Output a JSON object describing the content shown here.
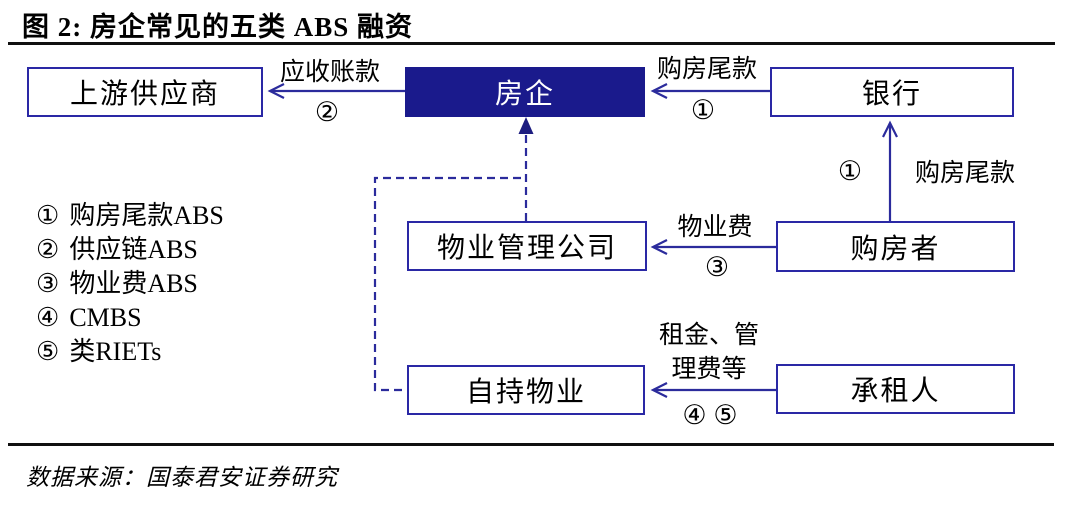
{
  "title": "图 2:  房企常见的五类 ABS 融资",
  "source": "数据来源：国泰君安证券研究",
  "colors": {
    "node_fill_dark": "#1a1a8c",
    "node_border": "#2a28a5",
    "line": "#2b2b9c",
    "rule": "#101010",
    "text": "#000000",
    "dark_node_text": "#ffffff"
  },
  "nodes": {
    "supplier": "上游供应商",
    "developer": "房企",
    "bank": "银行",
    "property_mgmt": "物业管理公司",
    "homebuyer": "购房者",
    "self_held": "自持物业",
    "tenant": "承租人"
  },
  "edges": {
    "bank_to_developer": {
      "label": "购房尾款",
      "num": "①"
    },
    "developer_to_supplier": {
      "label": "应收账款",
      "num": "②"
    },
    "homebuyer_to_bank": {
      "label": "购房尾款",
      "num": "①"
    },
    "homebuyer_to_mgmt": {
      "label": "物业费",
      "num": "③"
    },
    "tenant_to_selfheld": {
      "label_line1": "租金、管",
      "label_line2": "理费等",
      "nums": "④ ⑤"
    }
  },
  "legend": {
    "items": [
      {
        "num": "①",
        "label": "购房尾款ABS"
      },
      {
        "num": "②",
        "label": "供应链ABS"
      },
      {
        "num": "③",
        "label": "物业费ABS"
      },
      {
        "num": "④",
        "label": "CMBS"
      },
      {
        "num": "⑤",
        "label": "类RIETs"
      }
    ]
  }
}
